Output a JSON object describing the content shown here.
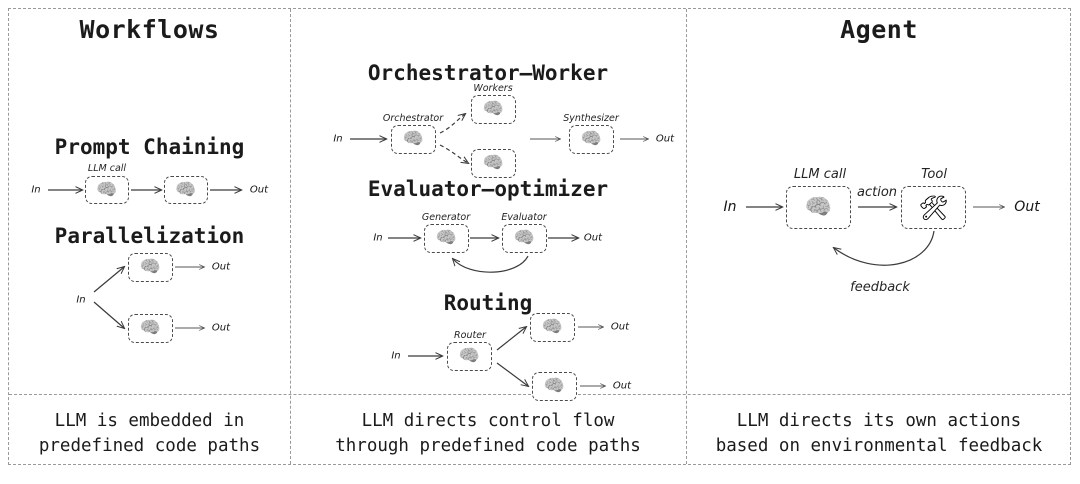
{
  "diagram": {
    "title_workflows": "Workflows",
    "title_agent": "Agent",
    "captions": {
      "workflows": [
        "LLM is embedded in",
        "predefined code paths"
      ],
      "workflows_right": [
        "LLM directs control flow",
        "through predefined code paths"
      ],
      "agent": [
        "LLM directs its own actions",
        "based on environmental feedback"
      ]
    },
    "patterns": {
      "prompt_chaining": {
        "title": "Prompt Chaining",
        "in": "In",
        "out": "Out",
        "node_label": "LLM call",
        "nodes": [
          "brain-icon",
          "brain-icon"
        ]
      },
      "parallelization": {
        "title": "Parallelization",
        "in": "In",
        "out_top": "Out",
        "out_bottom": "Out",
        "nodes": [
          "brain-icon",
          "brain-icon"
        ]
      },
      "orchestrator_worker": {
        "title": "Orchestrator–Worker",
        "in": "In",
        "out": "Out",
        "label_orchestrator": "Orchestrator",
        "label_workers": "Workers",
        "label_synthesizer": "Synthesizer",
        "nodes": [
          "brain-icon",
          "brain-icon",
          "brain-icon",
          "brain-icon"
        ]
      },
      "evaluator_optimizer": {
        "title": "Evaluator–optimizer",
        "in": "In",
        "out": "Out",
        "label_generator": "Generator",
        "label_evaluator": "Evaluator",
        "nodes": [
          "brain-icon",
          "brain-icon"
        ]
      },
      "routing": {
        "title": "Routing",
        "in": "In",
        "out_top": "Out",
        "out_bottom": "Out",
        "label_router": "Router",
        "nodes": [
          "brain-icon",
          "brain-icon",
          "brain-icon"
        ]
      },
      "agent": {
        "in": "In",
        "out": "Out",
        "label_llm_call": "LLM call",
        "label_tool": "Tool",
        "label_action": "action",
        "label_feedback": "feedback",
        "nodes": [
          "brain-icon",
          "hammer-and-wrench-icon"
        ]
      }
    },
    "glyphs": {
      "brain": "🧠",
      "tool": "🛠"
    },
    "colors": {
      "border": "#9a9a9a",
      "node_border": "#4a4a4a",
      "text": "#1b1b1b",
      "line": "#3a3a3a"
    }
  }
}
